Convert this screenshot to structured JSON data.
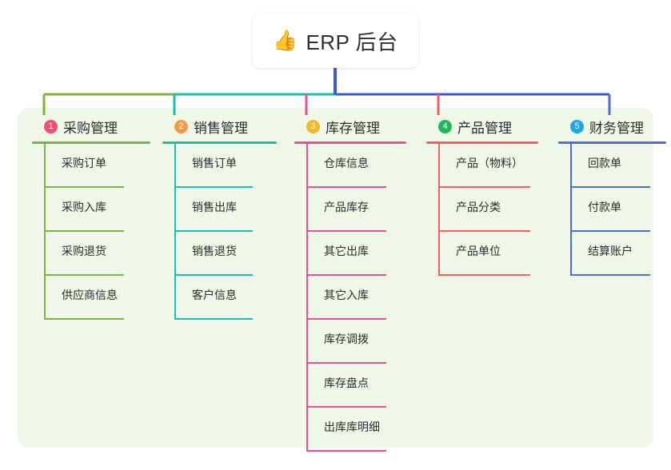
{
  "root": {
    "icon": "thumbs-up-emoji",
    "emoji": "👍",
    "title": "ERP 后台"
  },
  "theme": {
    "panel_bg": "#eef7e8",
    "page_bg": "#ffffff",
    "root_bus_color": "#4558c8",
    "text_color": "#2b2d30"
  },
  "columns": [
    {
      "number": "1",
      "title": "采购管理",
      "badge_color": "#f0506e",
      "line_color": "#7cb342",
      "items": [
        {
          "label": "采购订单"
        },
        {
          "label": "采购入库"
        },
        {
          "label": "采购退货"
        },
        {
          "label": "供应商信息"
        }
      ]
    },
    {
      "number": "2",
      "title": "销售管理",
      "badge_color": "#f49b42",
      "line_color": "#1bbfae",
      "items": [
        {
          "label": "销售订单"
        },
        {
          "label": "销售出库"
        },
        {
          "label": "销售退货"
        },
        {
          "label": "客户信息"
        }
      ]
    },
    {
      "number": "3",
      "title": "库存管理",
      "badge_color": "#f5b828",
      "line_color": "#e8509a",
      "items": [
        {
          "label": "仓库信息"
        },
        {
          "label": "产品库存"
        },
        {
          "label": "其它出库"
        },
        {
          "label": "其它入库"
        },
        {
          "label": "库存调拨"
        },
        {
          "label": "库存盘点"
        },
        {
          "label": "出库库明细"
        }
      ]
    },
    {
      "number": "4",
      "title": "产品管理",
      "badge_color": "#23b661",
      "line_color": "#f2615f",
      "items": [
        {
          "label": "产品（物料）"
        },
        {
          "label": "产品分类"
        },
        {
          "label": "产品单位"
        }
      ]
    },
    {
      "number": "5",
      "title": "财务管理",
      "badge_color": "#20a6e8",
      "line_color": "#4a6fd0",
      "items": [
        {
          "label": "回款单"
        },
        {
          "label": "付款单"
        },
        {
          "label": "结算账户"
        }
      ]
    }
  ]
}
